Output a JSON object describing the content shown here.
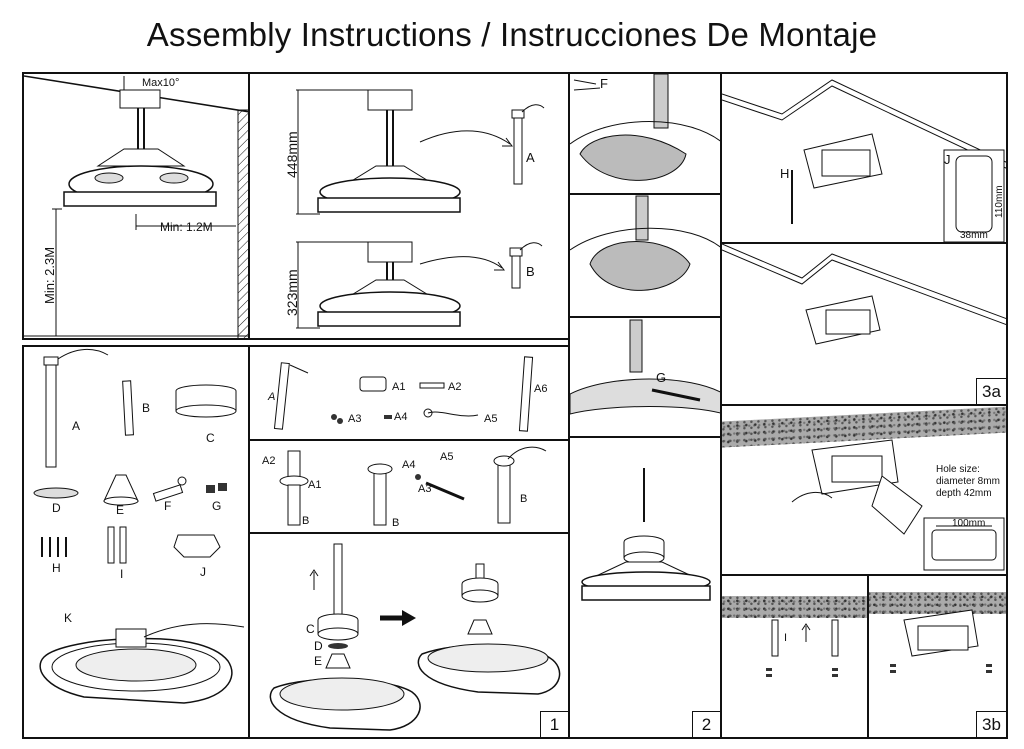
{
  "title": "Assembly Instructions / Instrucciones De Montaje",
  "install": {
    "max_angle": "Max10°",
    "min_wall": "Min:  1.2M",
    "min_floor": "Min: 2.3M"
  },
  "heights": {
    "tall": "448mm",
    "short": "323mm",
    "rod_a": "A",
    "rod_b": "B"
  },
  "parts": {
    "a": "A",
    "b": "B",
    "c": "C",
    "d": "D",
    "e": "E",
    "f": "F",
    "g": "G",
    "h": "H",
    "i": "I",
    "j": "J",
    "k": "K"
  },
  "rod_parts": {
    "a": "A",
    "a1": "A1",
    "a2": "A2",
    "a3": "A3",
    "a4": "A4",
    "a5": "A5",
    "a6": "A6"
  },
  "rod_assembly": {
    "a2": "A2",
    "a1": "A1",
    "b1": "B",
    "a4": "A4",
    "a5": "A5",
    "a3": "A3",
    "b2": "B",
    "b3": "B"
  },
  "step1": {
    "c": "C",
    "d": "D",
    "e": "E",
    "number": "1"
  },
  "step_f": {
    "label": "F"
  },
  "step_g": {
    "label": "G"
  },
  "step2": {
    "number": "2"
  },
  "step3a": {
    "h": "H",
    "j": "J",
    "dim_h": "110mm",
    "dim_w": "38mm",
    "number": "3a"
  },
  "drill": {
    "hole_title": "Hole size:",
    "hole_dia": "diameter 8mm",
    "hole_depth": "depth 42mm",
    "spacing": "100mm"
  },
  "step3b": {
    "i": "I",
    "number": "3b"
  }
}
